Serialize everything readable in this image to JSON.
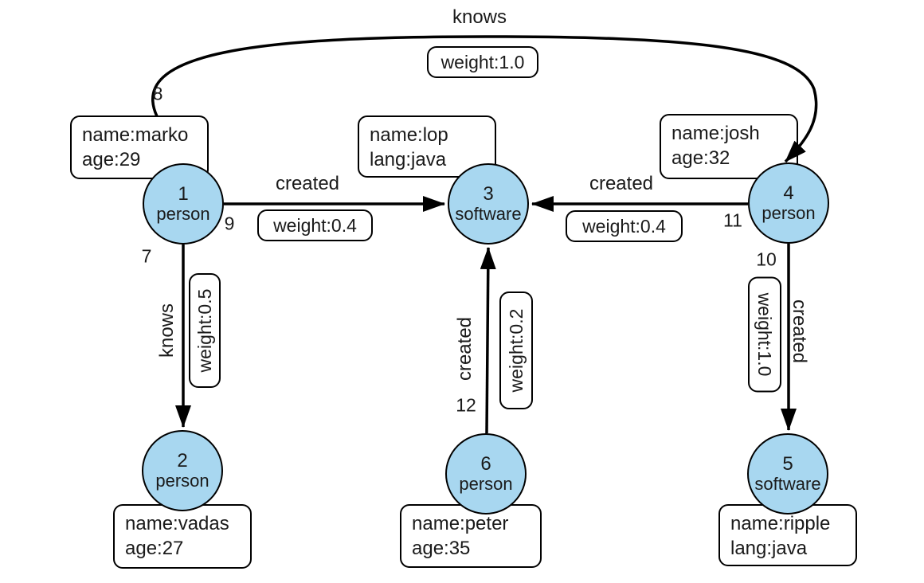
{
  "diagram": {
    "colors": {
      "node_fill": "#a8d7f0",
      "node_stroke": "#000000",
      "edge_stroke": "#000000",
      "box_background": "#ffffff"
    },
    "nodes": {
      "v1": {
        "id": "1",
        "label": "person",
        "prop1": "name:marko",
        "prop2": "age:29"
      },
      "v2": {
        "id": "2",
        "label": "person",
        "prop1": "name:vadas",
        "prop2": "age:27"
      },
      "v3": {
        "id": "3",
        "label": "software",
        "prop1": "name:lop",
        "prop2": "lang:java"
      },
      "v4": {
        "id": "4",
        "label": "person",
        "prop1": "name:josh",
        "prop2": "age:32"
      },
      "v5": {
        "id": "5",
        "label": "software",
        "prop1": "name:ripple",
        "prop2": "lang:java"
      },
      "v6": {
        "id": "6",
        "label": "person",
        "prop1": "name:peter",
        "prop2": "age:35"
      }
    },
    "edges": {
      "e7": {
        "id": "7",
        "label": "knows",
        "weight": "weight:0.5"
      },
      "e8": {
        "id": "8",
        "label": "knows",
        "weight": "weight:1.0"
      },
      "e9": {
        "id": "9",
        "label": "created",
        "weight": "weight:0.4"
      },
      "e10": {
        "id": "10",
        "label": "created",
        "weight": "weight:1.0"
      },
      "e11": {
        "id": "11",
        "label": "created",
        "weight": "weight:0.4"
      },
      "e12": {
        "id": "12",
        "label": "created",
        "weight": "weight:0.2"
      }
    }
  }
}
